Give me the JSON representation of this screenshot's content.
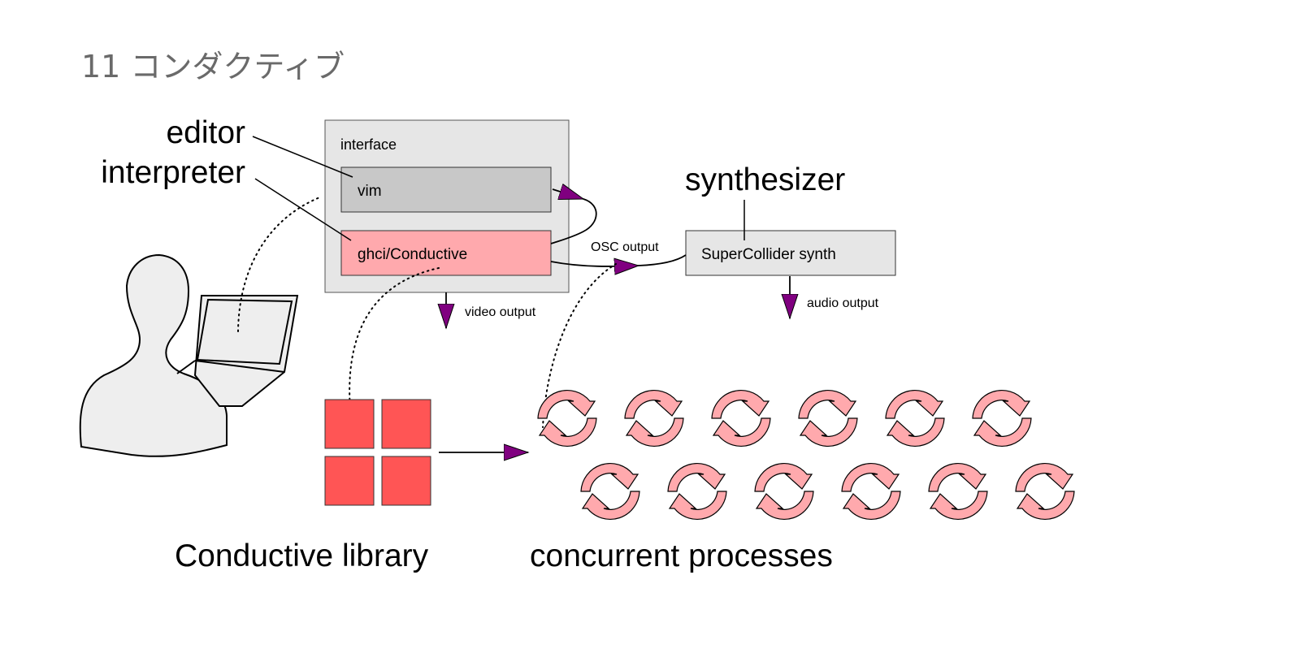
{
  "slide": {
    "title": "11 コンダクティブ"
  },
  "labels": {
    "editor": "editor",
    "interpreter": "interpreter",
    "synthesizer": "synthesizer",
    "conductive_library": "Conductive library",
    "concurrent_processes": "concurrent processes"
  },
  "interface_box": {
    "label": "interface",
    "vim": "vim",
    "ghci": "ghci/Conductive"
  },
  "synth_box": {
    "label": "SuperCollider synth"
  },
  "outputs": {
    "osc": "OSC output",
    "video": "video output",
    "audio": "audio output"
  },
  "colors": {
    "interface_fill": "#e6e6e6",
    "vim_fill": "#c8c8c8",
    "ghci_fill": "#ffa9ad",
    "library_block": "#ff5555",
    "process_fill": "#ffa9ad",
    "arrow_head": "#800080",
    "person_fill": "#eeeeee"
  }
}
